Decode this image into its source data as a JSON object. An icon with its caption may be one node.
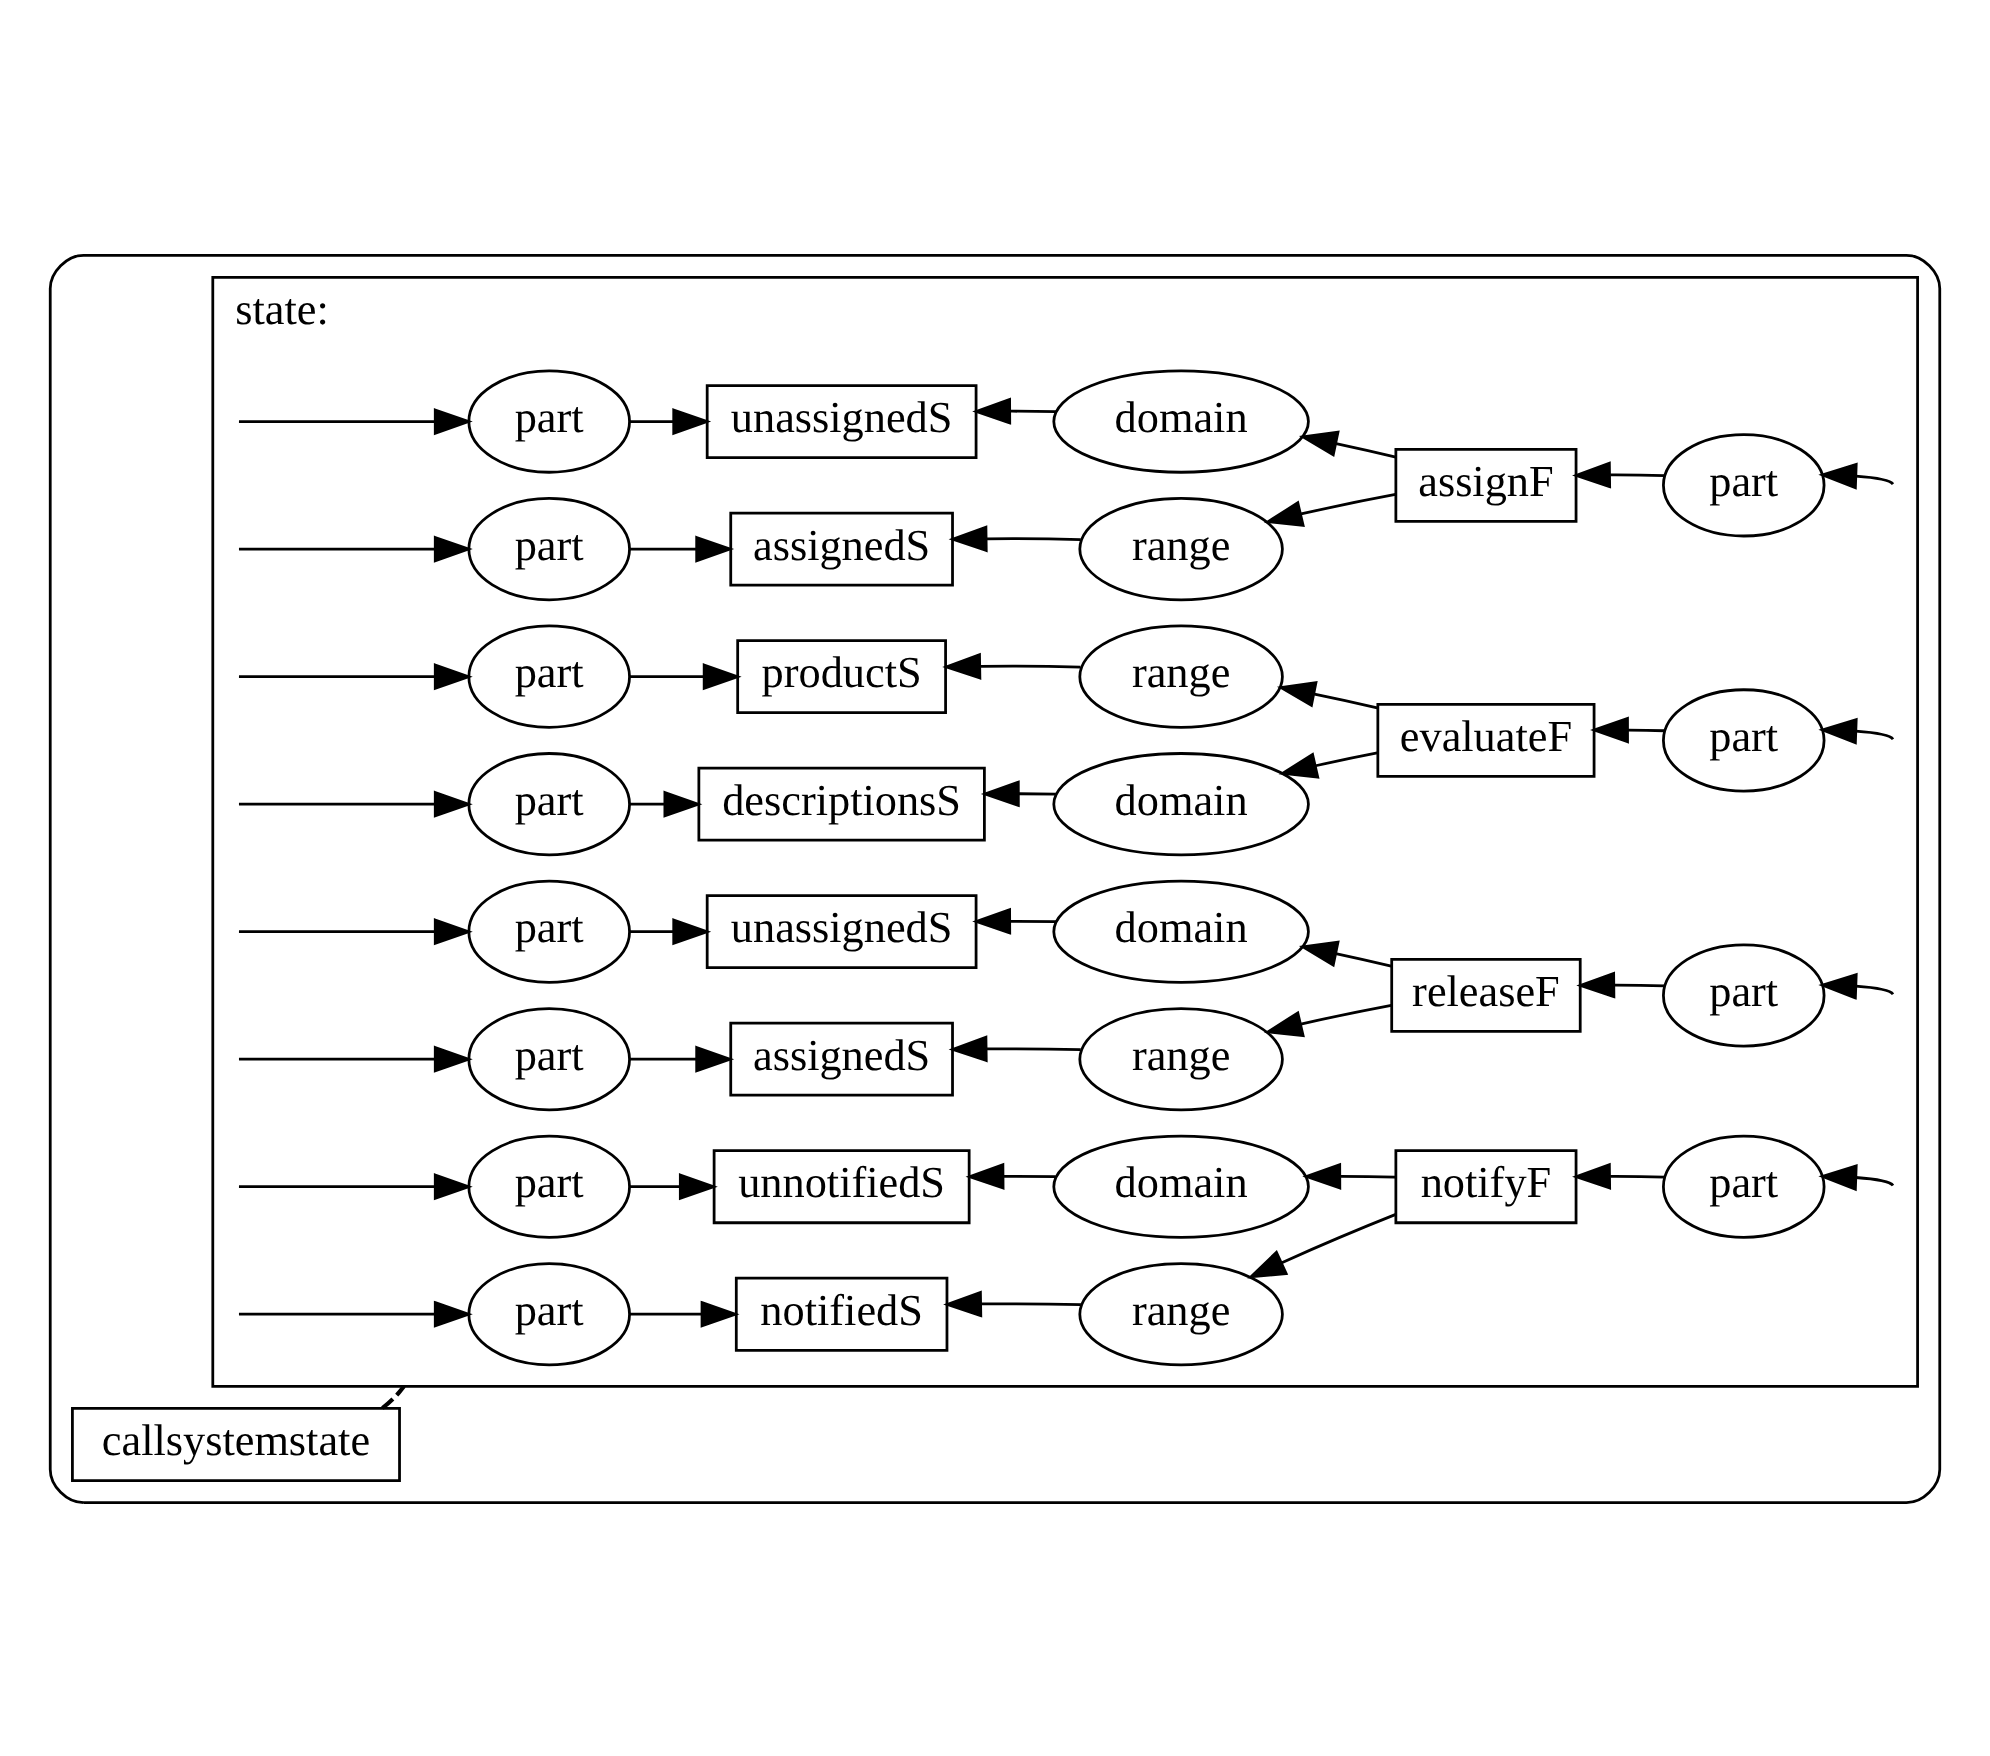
{
  "diagram": {
    "nodes": [
      {
        "text": [],
        "shape": "box"
      },
      {
        "text": [
          "callsystemstate"
        ],
        "in": 0
      },
      {
        "text": [
          "state:"
        ],
        "in": 0
      },
      {
        "text": [
          "part"
        ],
        "in": 2
      },
      {
        "text": [
          "descriptionsS"
        ],
        "in": 2
      },
      {
        "text": [
          "domain"
        ],
        "in": 2
      },
      {
        "text": [
          "evaluateF"
        ],
        "in": 2
      },
      {
        "text": [
          "part"
        ],
        "in": 2
      },
      {
        "text": [
          "part"
        ],
        "in": 2
      },
      {
        "text": [
          "productS"
        ],
        "in": 2
      },
      {
        "text": [
          "range"
        ],
        "in": 2
      },
      {
        "text": [
          "part"
        ],
        "in": 2
      },
      {
        "text": [
          "unassignedS"
        ],
        "in": 2
      },
      {
        "text": [
          "domain"
        ],
        "in": 2
      },
      {
        "text": [
          "assignF"
        ],
        "in": 2
      },
      {
        "text": [
          "part"
        ],
        "in": 2
      },
      {
        "text": [
          "part"
        ],
        "in": 2
      },
      {
        "text": [
          "assignedS"
        ],
        "in": 2
      },
      {
        "text": [
          "range"
        ],
        "in": 2
      },
      {
        "text": [
          "part"
        ],
        "in": 2
      },
      {
        "text": [
          "assignedS"
        ],
        "in": 2
      },
      {
        "text": [
          "range"
        ],
        "in": 2
      },
      {
        "text": [
          "releaseF"
        ],
        "in": 2
      },
      {
        "text": [
          "part"
        ],
        "in": 2
      },
      {
        "text": [
          "part"
        ],
        "in": 2
      },
      {
        "text": [
          "unassignedS"
        ],
        "in": 2
      },
      {
        "text": [
          "domain"
        ],
        "in": 2
      },
      {
        "text": [
          "part"
        ],
        "in": 2
      },
      {
        "text": [
          "unnotifiedS"
        ],
        "in": 2
      },
      {
        "text": [
          "domain"
        ],
        "in": 2
      },
      {
        "text": [
          "notifyF"
        ],
        "in": 2
      },
      {
        "text": [
          "part"
        ],
        "in": 2
      },
      {
        "text": [
          "part"
        ],
        "in": 2
      },
      {
        "text": [
          "notifiedS"
        ],
        "in": 2
      },
      {
        "text": [
          "range"
        ],
        "in": 2
      }
    ],
    "edges": [
      {
        "from": 1,
        "to": 2,
        "arrow": "none",
        "style": "dashed"
      },
      {
        "from": null,
        "to": 3,
        "arrow": "to"
      },
      {
        "from": 3,
        "to": 4,
        "arrow": "to"
      },
      {
        "from": 5,
        "to": 4,
        "arrow": "to"
      },
      {
        "from": 6,
        "to": 5,
        "arrow": "to"
      },
      {
        "from": 7,
        "to": 6,
        "arrow": "to"
      },
      {
        "from": null,
        "to": 7,
        "arrow": "to"
      },
      {
        "from": null,
        "to": 8,
        "arrow": "to"
      },
      {
        "from": 8,
        "to": 9,
        "arrow": "to"
      },
      {
        "from": 10,
        "to": 9,
        "arrow": "to"
      },
      {
        "from": 6,
        "to": 10,
        "arrow": "to"
      },
      {
        "from": null,
        "to": 11,
        "arrow": "to"
      },
      {
        "from": 11,
        "to": 12,
        "arrow": "to"
      },
      {
        "from": 13,
        "to": 12,
        "arrow": "to"
      },
      {
        "from": 14,
        "to": 13,
        "arrow": "to"
      },
      {
        "from": 15,
        "to": 14,
        "arrow": "to"
      },
      {
        "from": null,
        "to": 15,
        "arrow": "to"
      },
      {
        "from": null,
        "to": 16,
        "arrow": "to"
      },
      {
        "from": 16,
        "to": 17,
        "arrow": "to"
      },
      {
        "from": 18,
        "to": 17,
        "arrow": "to"
      },
      {
        "from": 14,
        "to": 18,
        "arrow": "to"
      },
      {
        "from": null,
        "to": 19,
        "arrow": "to"
      },
      {
        "from": 19,
        "to": 20,
        "arrow": "to"
      },
      {
        "from": 21,
        "to": 20,
        "arrow": "to"
      },
      {
        "from": 22,
        "to": 21,
        "arrow": "to"
      },
      {
        "from": 23,
        "to": 22,
        "arrow": "to"
      },
      {
        "from": null,
        "to": 23,
        "arrow": "to"
      },
      {
        "from": null,
        "to": 24,
        "arrow": "to"
      },
      {
        "from": 24,
        "to": 25,
        "arrow": "to"
      },
      {
        "from": 26,
        "to": 25,
        "arrow": "to"
      },
      {
        "from": 22,
        "to": 26,
        "arrow": "to"
      },
      {
        "from": null,
        "to": 27,
        "arrow": "to"
      },
      {
        "from": 27,
        "to": 28,
        "arrow": "to"
      },
      {
        "from": 29,
        "to": 28,
        "arrow": "to"
      },
      {
        "from": 30,
        "to": 29,
        "arrow": "to"
      },
      {
        "from": 31,
        "to": 30,
        "arrow": "to"
      },
      {
        "from": null,
        "to": 31,
        "arrow": "to"
      },
      {
        "from": null,
        "to": 32,
        "arrow": "to"
      },
      {
        "from": 32,
        "to": 33,
        "arrow": "to"
      },
      {
        "from": 34,
        "to": 33,
        "arrow": "to"
      },
      {
        "from": 30,
        "to": 34,
        "arrow": "to"
      }
    ]
  }
}
